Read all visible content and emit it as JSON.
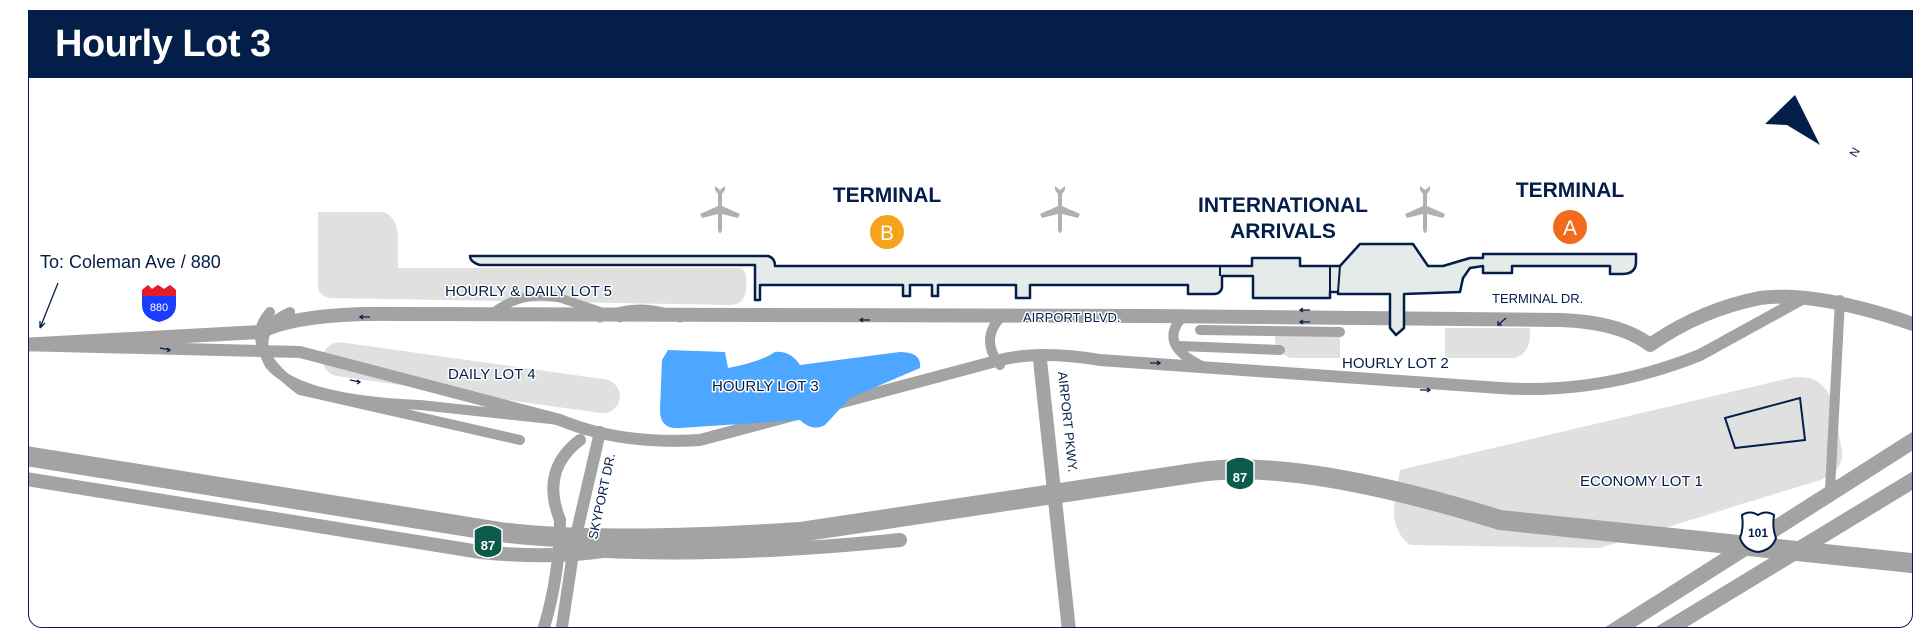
{
  "header": {
    "title": "Hourly Lot 3"
  },
  "compass": {
    "label": "N"
  },
  "directions": {
    "to_label": "To: Coleman Ave / 880"
  },
  "shields": {
    "i880": "880",
    "ca87_left": "87",
    "ca87_right": "87",
    "us101": "101"
  },
  "terminals": {
    "terminal_b": {
      "label": "TERMINAL",
      "badge": "B"
    },
    "international": {
      "line1": "INTERNATIONAL",
      "line2": "ARRIVALS"
    },
    "terminal_a": {
      "label": "TERMINAL",
      "badge": "A"
    }
  },
  "lots": {
    "lot5": "HOURLY & DAILY LOT 5",
    "lot4": "DAILY LOT 4",
    "lot3": "HOURLY LOT 3",
    "lot2": "HOURLY LOT 2",
    "lot1": "ECONOMY LOT 1"
  },
  "streets": {
    "airport_blvd": "AIRPORT BLVD.",
    "terminal_dr": "TERMINAL DR.",
    "airport_pkwy": "AIRPORT PKWY.",
    "skyport_dr": "SKYPORT DR."
  },
  "colors": {
    "navy": "#041e4a",
    "road": "#a3a3a3",
    "lot": "#e0e0e0",
    "highlight_lot": "#4da6ff",
    "terminal_b": "#f5a31a",
    "terminal_a": "#f26b1d",
    "ca_shield": "#0d5a4c"
  }
}
